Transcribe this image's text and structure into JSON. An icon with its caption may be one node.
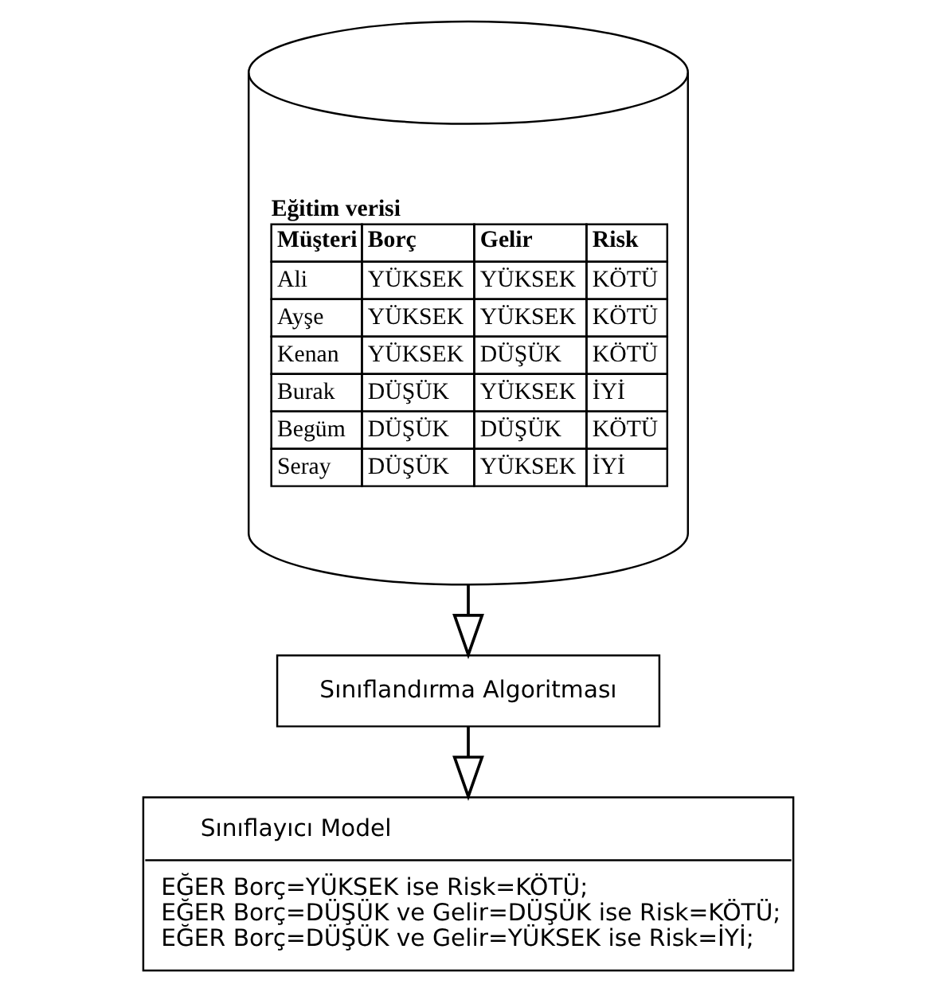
{
  "diagram": {
    "nodes": [
      {
        "text": [
          "Eğitim verisi",
          "Müşteri",
          "Borç",
          "Gelir",
          "Risk",
          "Ali",
          "YÜKSEK",
          "YÜKSEK",
          "KÖTÜ",
          "Ayşe",
          "YÜKSEK",
          "YÜKSEK",
          "KÖTÜ",
          "Kenan",
          "YÜKSEK",
          "DÜŞÜK",
          "KÖTÜ",
          "Burak",
          "DÜŞÜK",
          "YÜKSEK",
          "İYİ",
          "Begüm",
          "DÜŞÜK",
          "DÜŞÜK",
          "KÖTÜ",
          "Seray",
          "DÜŞÜK",
          "YÜKSEK",
          "İYİ"
        ]
      },
      {
        "text": [
          "Sınıflandırma Algoritması"
        ]
      },
      {
        "text": [
          "Sınıflayıcı Model",
          "EĞER Borç=YÜKSEK ise Risk=KÖTÜ;",
          "EĞER Borç=DÜŞÜK ve Gelir=DÜŞÜK ise Risk=KÖTÜ;",
          "EĞER Borç=DÜŞÜK ve Gelir=YÜKSEK ise Risk=İYİ;"
        ]
      }
    ],
    "edges": [
      {
        "from": 0,
        "to": 1,
        "arrow": "to"
      },
      {
        "from": 1,
        "to": 2,
        "arrow": "to"
      }
    ]
  }
}
